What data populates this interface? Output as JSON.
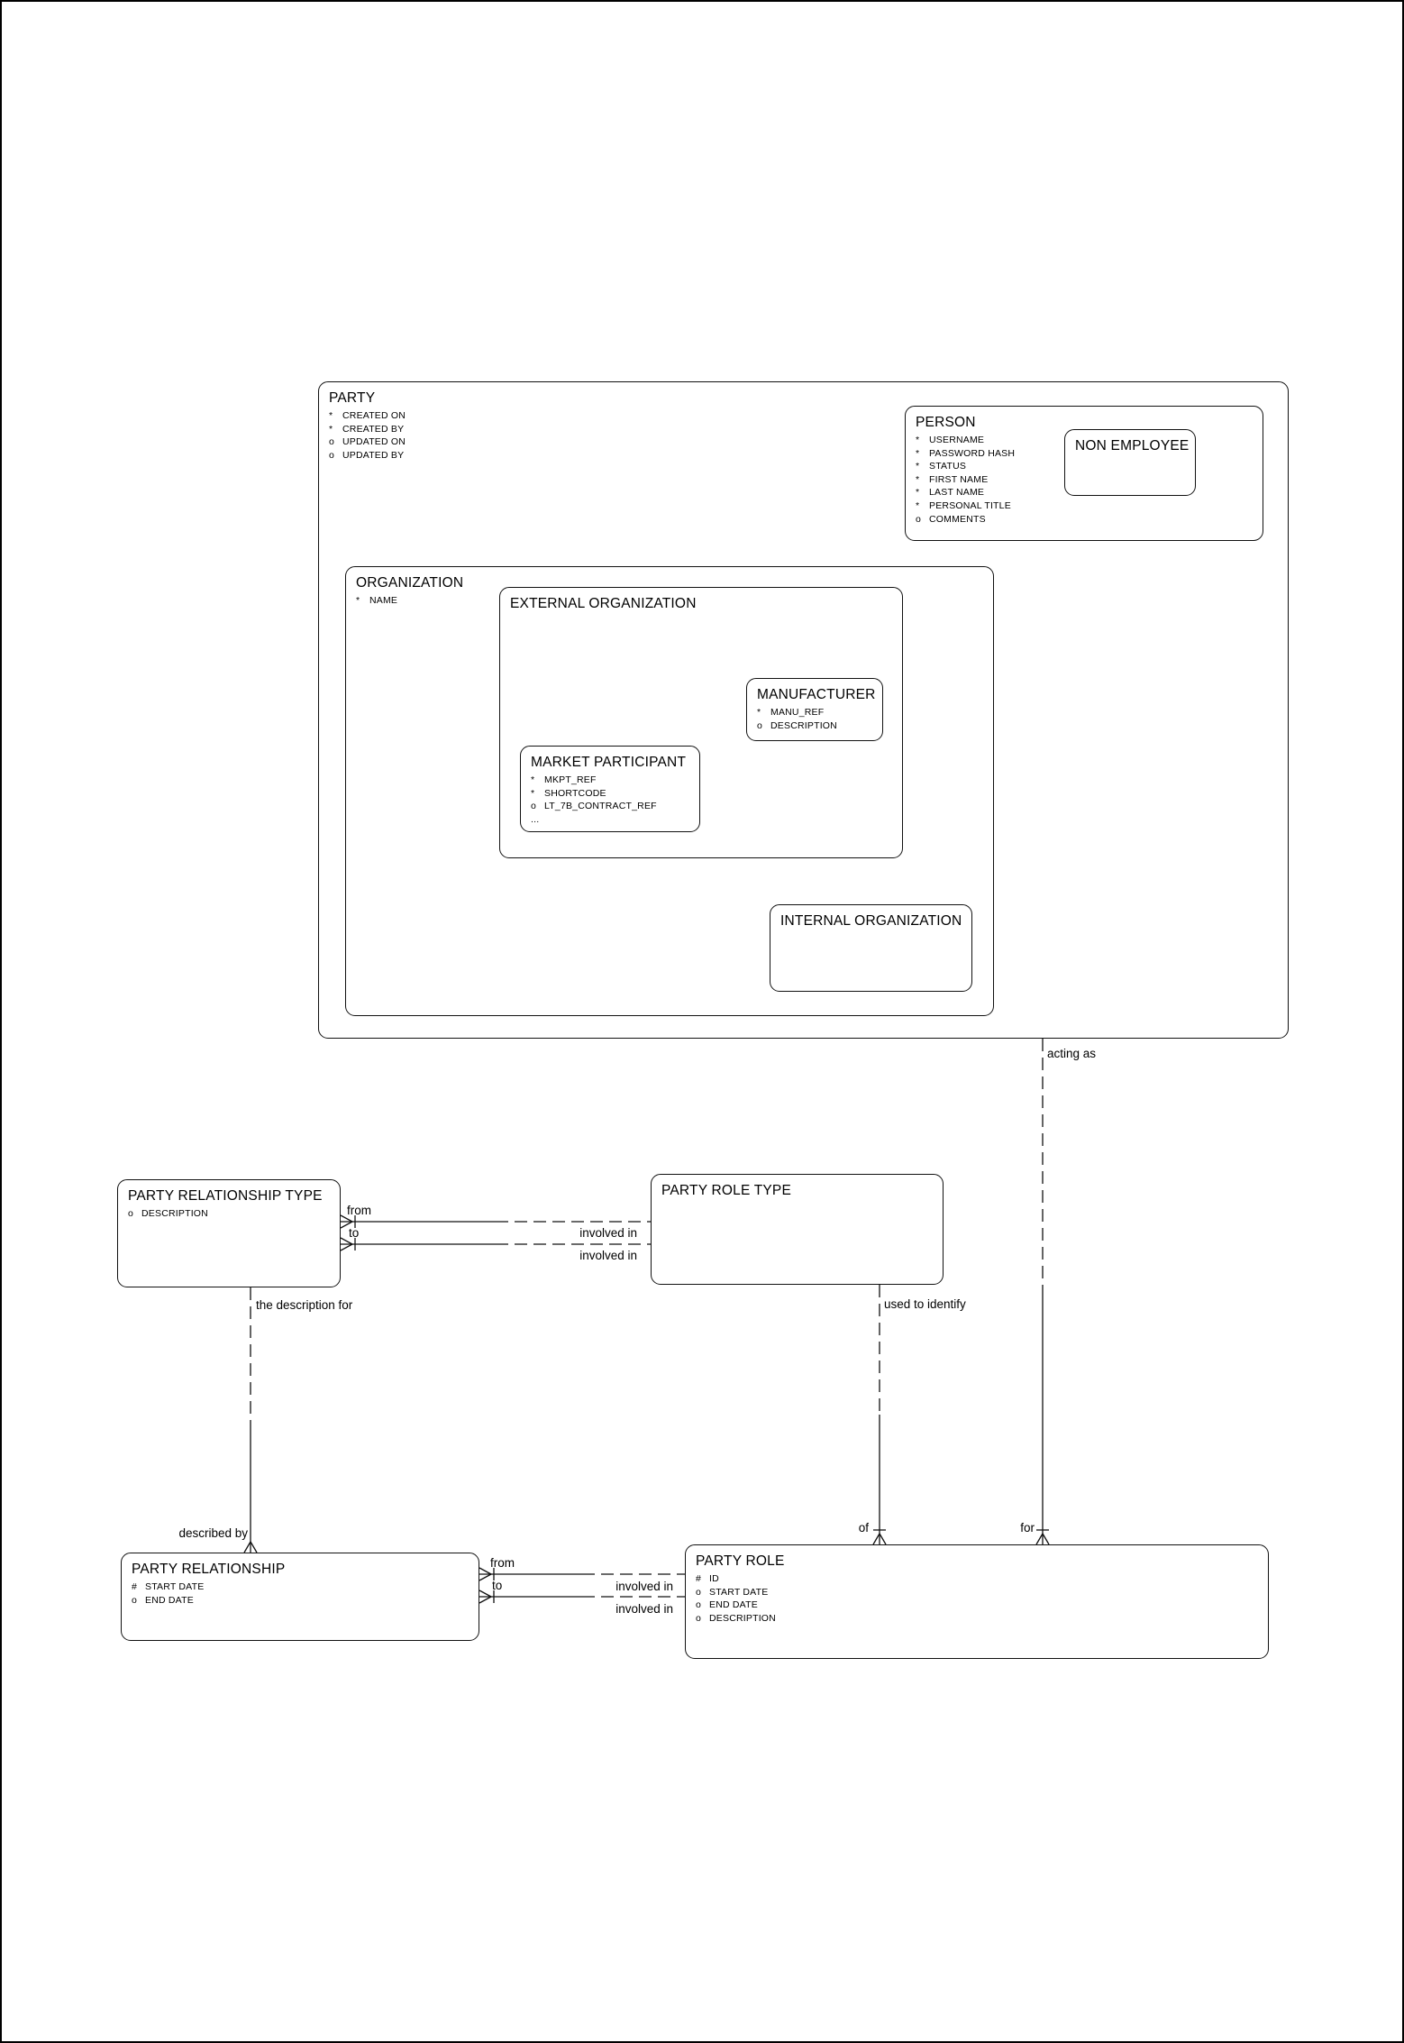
{
  "diagram": {
    "colors": {
      "line": "#000000",
      "text": "#000000",
      "background": "#ffffff"
    },
    "entities": {
      "party": {
        "title": "PARTY",
        "attrs": [
          {
            "m": "*",
            "n": "CREATED ON"
          },
          {
            "m": "*",
            "n": "CREATED BY"
          },
          {
            "m": "o",
            "n": "UPDATED ON"
          },
          {
            "m": "o",
            "n": "UPDATED BY"
          }
        ]
      },
      "person": {
        "title": "PERSON",
        "attrs": [
          {
            "m": "*",
            "n": "USERNAME"
          },
          {
            "m": "*",
            "n": "PASSWORD HASH"
          },
          {
            "m": "*",
            "n": "STATUS"
          },
          {
            "m": "*",
            "n": "FIRST NAME"
          },
          {
            "m": "*",
            "n": "LAST NAME"
          },
          {
            "m": "*",
            "n": "PERSONAL TITLE"
          },
          {
            "m": "o",
            "n": "COMMENTS"
          }
        ]
      },
      "non_employee": {
        "title": "NON EMPLOYEE",
        "attrs": []
      },
      "organization": {
        "title": "ORGANIZATION",
        "attrs": [
          {
            "m": "*",
            "n": "NAME"
          }
        ]
      },
      "external_organization": {
        "title": "EXTERNAL ORGANIZATION",
        "attrs": []
      },
      "manufacturer": {
        "title": "MANUFACTURER",
        "attrs": [
          {
            "m": "*",
            "n": "MANU_REF"
          },
          {
            "m": "o",
            "n": "DESCRIPTION"
          }
        ]
      },
      "market_participant": {
        "title": "MARKET PARTICIPANT",
        "attrs": [
          {
            "m": "*",
            "n": "MKPT_REF"
          },
          {
            "m": "*",
            "n": "SHORTCODE"
          },
          {
            "m": "o",
            "n": "LT_7B_CONTRACT_REF"
          },
          {
            "m": "...",
            "n": ""
          }
        ]
      },
      "internal_organization": {
        "title": "INTERNAL ORGANIZATION",
        "attrs": []
      },
      "party_relationship_type": {
        "title": "PARTY RELATIONSHIP TYPE",
        "attrs": [
          {
            "m": "o",
            "n": "DESCRIPTION"
          }
        ]
      },
      "party_role_type": {
        "title": "PARTY ROLE TYPE",
        "attrs": []
      },
      "party_relationship": {
        "title": "PARTY RELATIONSHIP",
        "attrs": [
          {
            "m": "#",
            "n": "START DATE"
          },
          {
            "m": "o",
            "n": "END DATE"
          }
        ]
      },
      "party_role": {
        "title": "PARTY ROLE",
        "attrs": [
          {
            "m": "#",
            "n": "ID"
          },
          {
            "m": "o",
            "n": "START DATE"
          },
          {
            "m": "o",
            "n": "END DATE"
          },
          {
            "m": "o",
            "n": "DESCRIPTION"
          }
        ]
      }
    },
    "labels": {
      "acting_as": "acting as",
      "used_to_identify": "used to identify",
      "the_description_for": "the description for",
      "described_by": "described by",
      "of": "of",
      "for": "for",
      "type_from": "from",
      "type_to": "to",
      "type_involved_in_1": "involved in",
      "type_involved_in_2": "involved in",
      "rel_from": "from",
      "rel_to": "to",
      "rel_involved_in_1": "involved in",
      "rel_involved_in_2": "involved in"
    }
  }
}
